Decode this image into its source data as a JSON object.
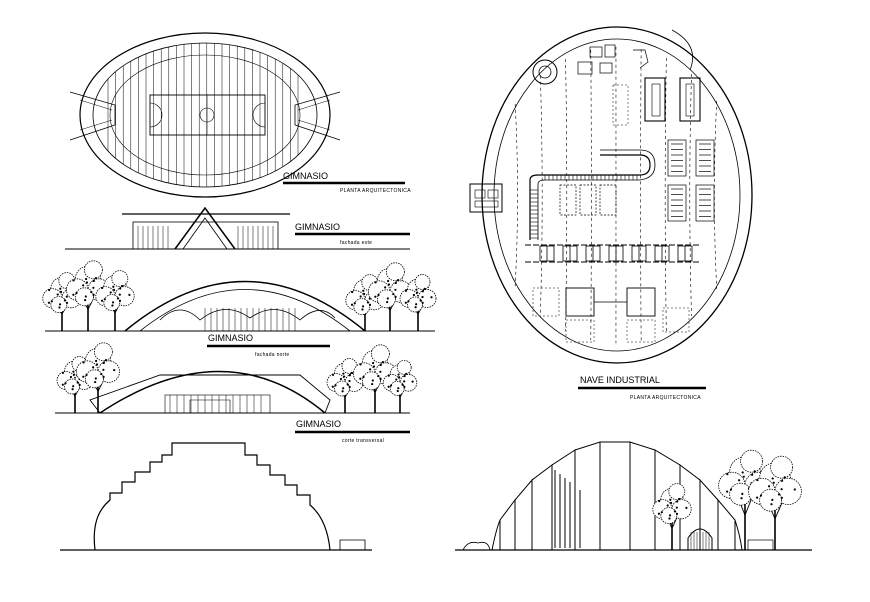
{
  "labels": {
    "gym_plan_title": "GIMNASIO",
    "gym_plan_sub": "PLANTA ARQUITECTONICA",
    "gym_east_title": "GIMNASIO",
    "gym_east_sub": "fachada este",
    "gym_north_title": "GIMNASIO",
    "gym_north_sub": "fachada norte",
    "gym_section_title": "GIMNASIO",
    "gym_section_sub": "corte transversal",
    "nave_title": "NAVE INDUSTRIAL",
    "nave_sub": "PLANTA ARQUITECTONICA"
  },
  "colors": {
    "ink": "#000000",
    "paper": "#ffffff"
  }
}
